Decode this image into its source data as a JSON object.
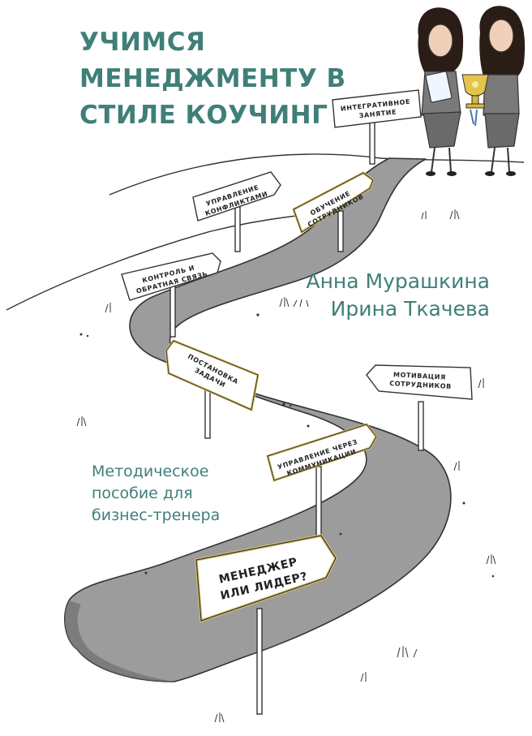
{
  "book": {
    "title_lines": [
      "УЧИМСЯ",
      "МЕНЕДЖМЕНТУ В",
      "СТИЛЕ КОУЧИНГ"
    ],
    "authors": [
      "Анна Мурашкина",
      "Ирина Ткачева"
    ],
    "subtitle_lines": [
      "Методическое",
      "пособие для",
      "бизнес-тренера"
    ]
  },
  "signs": [
    {
      "id": "integrative",
      "lines": [
        "ИНТЕГРАТИВНОЕ",
        "ЗАНЯТИЕ"
      ]
    },
    {
      "id": "conflicts",
      "lines": [
        "УПРАВЛЕНИЕ",
        "КОНФЛИКТАМИ"
      ]
    },
    {
      "id": "training",
      "lines": [
        "ОБУЧЕНИЕ",
        "СОТРУДНИКОВ"
      ]
    },
    {
      "id": "control",
      "lines": [
        "КОНТРОЛЬ И",
        "ОБРАТНАЯ СВЯЗЬ"
      ]
    },
    {
      "id": "tasks",
      "lines": [
        "ПОСТАНОВКА",
        "ЗАДАЧИ"
      ]
    },
    {
      "id": "motivation",
      "lines": [
        "МОТИВАЦИЯ",
        "СОТРУДНИКОВ"
      ]
    },
    {
      "id": "communication",
      "lines": [
        "УПРАВЛЕНИЕ ЧЕРЕЗ",
        "КОММУНИКАЦИИ"
      ]
    },
    {
      "id": "leader",
      "lines": [
        "МЕНЕДЖЕР",
        "ИЛИ ЛИДЕР?"
      ]
    }
  ],
  "colors": {
    "accent": "#3f7f78",
    "road": "#9c9c9c",
    "sign_edge": "#d8c06a"
  },
  "icons": [
    "woman-with-tablet-figure",
    "woman-with-trophy-figure",
    "trophy-icon"
  ]
}
